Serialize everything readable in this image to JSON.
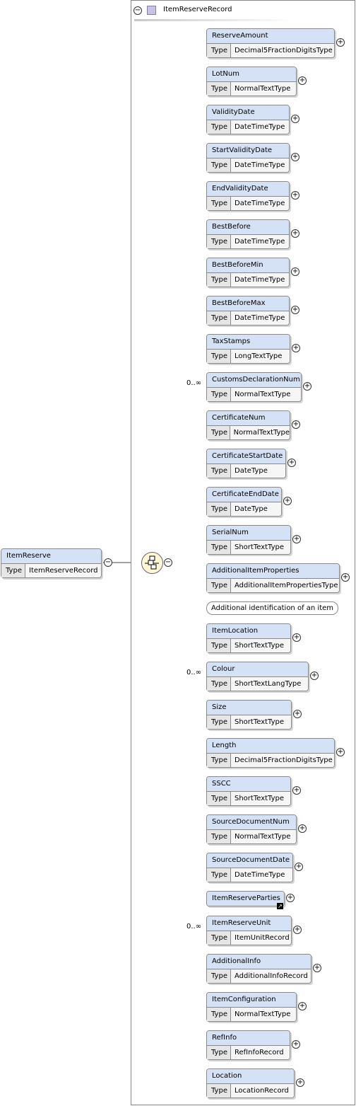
{
  "root": {
    "name": "ItemReserve",
    "type_label": "Type",
    "type": "ItemReserveRecord"
  },
  "record": {
    "name": "ItemReserveRecord"
  },
  "elements": [
    {
      "name": "ReserveAmount",
      "type": "Decimal5FractionDigitsType"
    },
    {
      "name": "LotNum",
      "type": "NormalTextType"
    },
    {
      "name": "ValidityDate",
      "type": "DateTimeType"
    },
    {
      "name": "StartValidityDate",
      "type": "DateTimeType"
    },
    {
      "name": "EndValidityDate",
      "type": "DateTimeType"
    },
    {
      "name": "BestBefore",
      "type": "DateTimeType"
    },
    {
      "name": "BestBeforeMin",
      "type": "DateTimeType"
    },
    {
      "name": "BestBeforeMax",
      "type": "DateTimeType"
    },
    {
      "name": "TaxStamps",
      "type": "LongTextType"
    },
    {
      "name": "CustomsDeclarationNum",
      "type": "NormalTextType",
      "multiplicity": "0..∞"
    },
    {
      "name": "CertificateNum",
      "type": "NormalTextType"
    },
    {
      "name": "CertificateStartDate",
      "type": "DateType"
    },
    {
      "name": "CertificateEndDate",
      "type": "DateType"
    },
    {
      "name": "SerialNum",
      "type": "ShortTextType"
    },
    {
      "name": "AdditionalItemProperties",
      "type": "AdditionalItemPropertiesType",
      "note": "Additional identification of an item"
    },
    {
      "name": "ItemLocation",
      "type": "ShortTextType"
    },
    {
      "name": "Colour",
      "type": "ShortTextLangType",
      "multiplicity": "0..∞"
    },
    {
      "name": "Size",
      "type": "ShortTextType"
    },
    {
      "name": "Length",
      "type": "Decimal5FractionDigitsType"
    },
    {
      "name": "SSCC",
      "type": "ShortTextType"
    },
    {
      "name": "SourceDocumentNum",
      "type": "NormalTextType"
    },
    {
      "name": "SourceDocumentDate",
      "type": "DateTimeType"
    },
    {
      "name": "ItemReserveParties",
      "reference": true
    },
    {
      "name": "ItemReserveUnit",
      "type": "ItemUnitRecord",
      "multiplicity": "0..∞"
    },
    {
      "name": "AdditionalInfo",
      "type": "AdditionalInfoRecord"
    },
    {
      "name": "ItemConfiguration",
      "type": "NormalTextType"
    },
    {
      "name": "RefInfo",
      "type": "RefInfoRecord"
    },
    {
      "name": "Location",
      "type": "LocationRecord"
    }
  ],
  "labels": {
    "type": "Type",
    "collapse": "−",
    "expand": "+"
  }
}
